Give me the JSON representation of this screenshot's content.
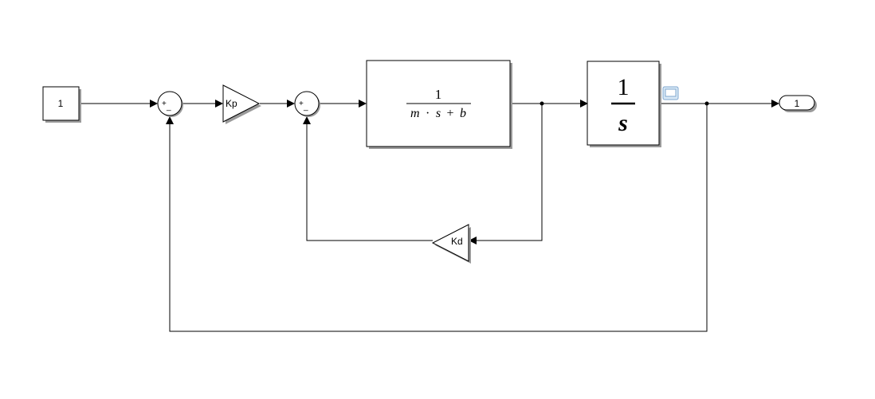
{
  "blocks": {
    "constant": {
      "value": "1"
    },
    "sum1": {
      "plus": "+",
      "minus": "_"
    },
    "gain_kp": {
      "label": "Kp"
    },
    "sum2": {
      "plus": "+",
      "minus": "_"
    },
    "plant": {
      "numerator": "1",
      "denominator": {
        "m": "m",
        "dot": "·",
        "s": "s",
        "plus": "+",
        "b": "b"
      }
    },
    "integrator": {
      "numerator": "1",
      "denominator": "s"
    },
    "gain_kd": {
      "label": "Kd"
    },
    "outport": {
      "value": "1"
    }
  }
}
